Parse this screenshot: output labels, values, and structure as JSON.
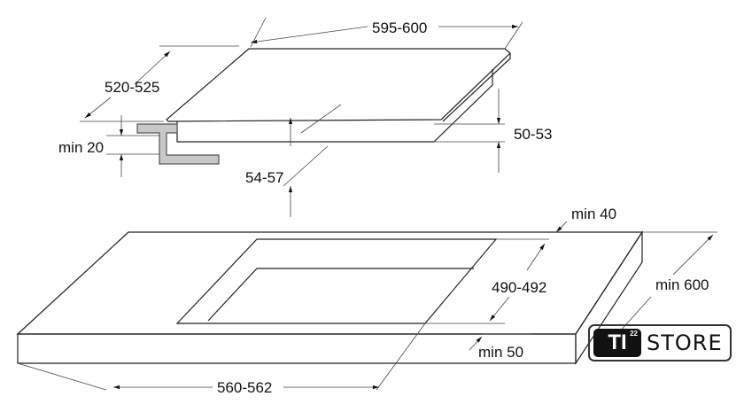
{
  "dimensions": {
    "hob_width": "595-600",
    "hob_depth": "520-525",
    "min_20": "min 20",
    "hob_body_height": "50-53",
    "depth_under": "54-57",
    "min_40": "min 40",
    "cutout_depth": "490-492",
    "min_600": "min 600",
    "min_50": "min 50",
    "cutout_width": "560-562"
  },
  "logo": {
    "mark": "TI",
    "superscript": "22",
    "word": "STORE"
  },
  "colors": {
    "line": "#222222",
    "bracket": "#c8c8c8"
  }
}
